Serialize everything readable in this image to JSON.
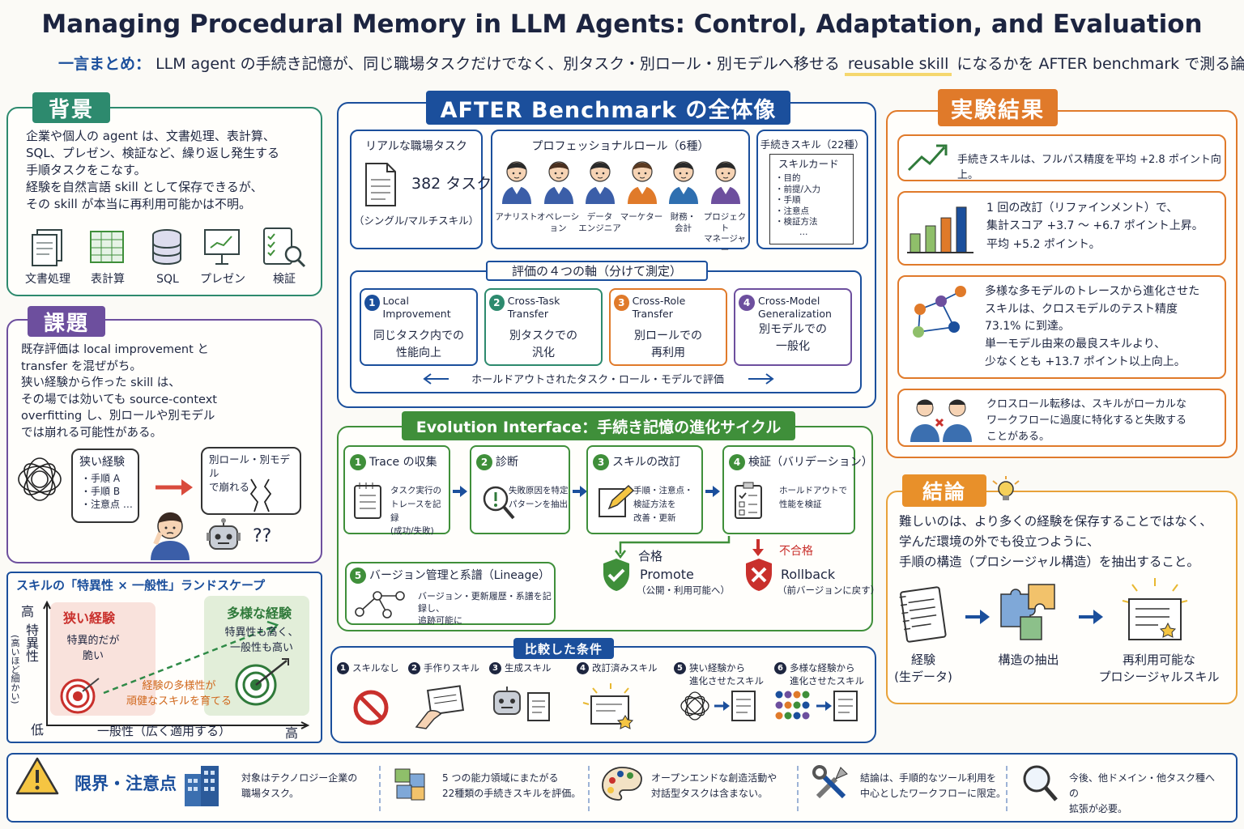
{
  "title": "Managing Procedural Memory in LLM Agents: Control, Adaptation, and Evaluation",
  "summary": {
    "label": "一言まとめ：",
    "text_before": "LLM agent の手続き記憶が、同じ職場タスクだけでなく、別タスク・別ロール・別モデルへ移せる",
    "highlight": "reusable skill",
    "text_after": "になるかを AFTER benchmark で測る論文。"
  },
  "colors": {
    "navy": "#1b4f9c",
    "teal": "#2d8a6e",
    "purple": "#6d4f9e",
    "orange": "#e07a2a",
    "green": "#3f8f3a",
    "red": "#c9302c",
    "highlight": "#f5d76e"
  },
  "background": {
    "tag": "背景",
    "lines": [
      "企業や個人の agent は、文書処理、表計算、",
      "SQL、プレゼン、検証など、繰り返し発生する",
      "手順タスクをこなす。",
      "経験を自然言語 skill として保存できるが、",
      "その skill が本当に再利用可能かは不明。"
    ],
    "icons": [
      {
        "label": "文書処理",
        "icon": "documents-icon"
      },
      {
        "label": "表計算",
        "icon": "spreadsheet-icon"
      },
      {
        "label": "SQL",
        "icon": "database-icon"
      },
      {
        "label": "プレゼン",
        "icon": "presentation-icon"
      },
      {
        "label": "検証",
        "icon": "checklist-magnifier-icon"
      }
    ]
  },
  "challenges": {
    "tag": "課題",
    "lines": [
      "既存評価は local improvement と",
      "transfer を混ぜがち。",
      "狭い経験から作った skill は、",
      "その場では効いても source-context",
      "overfitting し、別ロールや別モデル",
      "では崩れる可能性がある。"
    ],
    "narrow_box": {
      "title": "狭い経験",
      "items": [
        "・手順 A",
        "・手順 B",
        "・注意点 …"
      ]
    },
    "break_box": "別ロール・別モデル\nで崩れる",
    "question": "??"
  },
  "landscape": {
    "title": "スキルの「特異性 × 一般性」ランドスケープ",
    "y_high": "高",
    "y_label": "特異性",
    "y_sub": "(高いほど細かい)",
    "y_low": "低",
    "x_label": "一般性（広く適用する）",
    "x_high": "高",
    "narrow_title": "狭い経験",
    "narrow_desc": "特異的だが\n脆い",
    "diverse_title": "多様な経験",
    "diverse_desc": "特異性も高く、\n一般性も高い",
    "arrow_note": "経験の多様性が\n頑健なスキルを育てる"
  },
  "benchmark": {
    "tag": "AFTER Benchmark の全体像",
    "tasks_title": "リアルな職場タスク",
    "tasks_count": "382 タスク",
    "tasks_sub": "（シングル/マルチスキル）",
    "roles_title": "プロフェッショナルロール（6種）",
    "roles": [
      "アナリスト",
      "オペレーション",
      "データ\nエンジニア",
      "マーケター",
      "財務・\n会計",
      "プロジェクト\nマネージャー"
    ],
    "skills_title": "手続きスキル（22種）",
    "card_title": "スキルカード",
    "card_items": [
      "・目的",
      "・前提/入力",
      "・手順",
      "・注意点",
      "・検証方法",
      "…"
    ],
    "axes_title": "評価の４つの軸（分けて測定）",
    "axes": [
      {
        "n": "1",
        "name": "Local Improvement",
        "desc": "同じタスク内での\n性能向上",
        "color": "#1b4f9c"
      },
      {
        "n": "2",
        "name": "Cross-Task Transfer",
        "desc": "別タスクでの\n汎化",
        "color": "#2d8a6e"
      },
      {
        "n": "3",
        "name": "Cross-Role Transfer",
        "desc": "別ロールでの\n再利用",
        "color": "#e07a2a"
      },
      {
        "n": "4",
        "name": "Cross-Model\nGeneralization",
        "desc": "別モデルでの\n一般化",
        "color": "#6d4f9e"
      }
    ],
    "heldout": "ホールドアウトされたタスク・ロール・モデルで評価"
  },
  "evolution": {
    "tag": "Evolution Interface：手続き記憶の進化サイクル",
    "steps": [
      {
        "n": "1",
        "title": "Trace の収集",
        "desc": "タスク実行の\nトレースを記録\n(成功/失敗)"
      },
      {
        "n": "2",
        "title": "診断",
        "desc": "失敗原因を特定\nパターンを抽出"
      },
      {
        "n": "3",
        "title": "スキルの改訂",
        "desc": "手順・注意点・\n検証方法を\n改善・更新"
      },
      {
        "n": "4",
        "title": "検証（バリデーション）",
        "desc": "ホールドアウトで\n性能を検証"
      }
    ],
    "lineage_title": "バージョン管理と系譜（Lineage）",
    "lineage_desc": "バージョン・更新履歴・系譜を記録し、\n追跡可能に",
    "pass_label": "合格",
    "promote": "Promote",
    "promote_sub": "（公開・利用可能へ）",
    "fail_label": "不合格",
    "rollback": "Rollback",
    "rollback_sub": "（前バージョンに戻す）"
  },
  "conditions": {
    "tag": "比較した条件",
    "items": [
      {
        "n": "1",
        "label": "スキルなし",
        "icon": "prohibited-icon"
      },
      {
        "n": "2",
        "label": "手作りスキル",
        "icon": "handwritten-card-icon"
      },
      {
        "n": "3",
        "label": "生成スキル",
        "icon": "robot-doc-icon"
      },
      {
        "n": "4",
        "label": "改訂済みスキル",
        "icon": "revised-card-icon"
      },
      {
        "n": "5",
        "label": "狭い経験から\n進化させたスキル",
        "icon": "tangle-doc-icon"
      },
      {
        "n": "6",
        "label": "多様な経験から\n進化させたスキル",
        "icon": "dots-doc-icon"
      }
    ]
  },
  "results": {
    "tag": "実験結果",
    "items": [
      {
        "text": "手続きスキルは、フルパス精度を平均 +2.8 ポイント向上。",
        "icon": "trend-up-icon"
      },
      {
        "text": "1 回の改訂（リファインメント）で、\n集計スコア +3.7 〜 +6.7 ポイント上昇。\n平均 +5.2 ポイント。",
        "icon": "bar-chart-icon"
      },
      {
        "text": "多様な多モデルのトレースから進化させた\nスキルは、クロスモデルのテスト精度\n73.1% に到達。\n単一モデル由来の最良スキルより、\n少なくとも +13.7 ポイント以上向上。",
        "icon": "network-icon"
      },
      {
        "text": "クロスロール転移は、スキルがローカルな\nワークフローに過度に特化すると失敗する\nことがある。",
        "icon": "two-people-icon"
      }
    ],
    "chart_bars": [
      0.35,
      0.5,
      0.65,
      0.85
    ]
  },
  "conclusion": {
    "tag": "結論",
    "text": "難しいのは、より多くの経験を保存することではなく、\n学んだ環境の外でも役立つように、\n手順の構造（プロシージャル構造）を抽出すること。",
    "flow": [
      {
        "label": "経験\n(生データ)",
        "icon": "notebook-icon"
      },
      {
        "label": "構造の抽出",
        "icon": "puzzle-icon"
      },
      {
        "label": "再利用可能な\nプロシージャルスキル",
        "icon": "skill-card-icon"
      }
    ]
  },
  "limitations": {
    "title": "限界・注意点",
    "items": [
      {
        "text": "対象はテクノロジー企業の\n職場タスク。",
        "icon": "buildings-icon"
      },
      {
        "text": "5 つの能力領域にまたがる\n22種類の手続きスキルを評価。",
        "icon": "blocks-icon"
      },
      {
        "text": "オープンエンドな創造活動や\n対話型タスクは含まない。",
        "icon": "palette-icon"
      },
      {
        "text": "結論は、手順的なツール利用を\n中心としたワークフローに限定。",
        "icon": "tools-icon"
      },
      {
        "text": "今後、他ドメイン・他タスク種への\n拡張が必要。",
        "icon": "magnifier-icon"
      }
    ]
  }
}
